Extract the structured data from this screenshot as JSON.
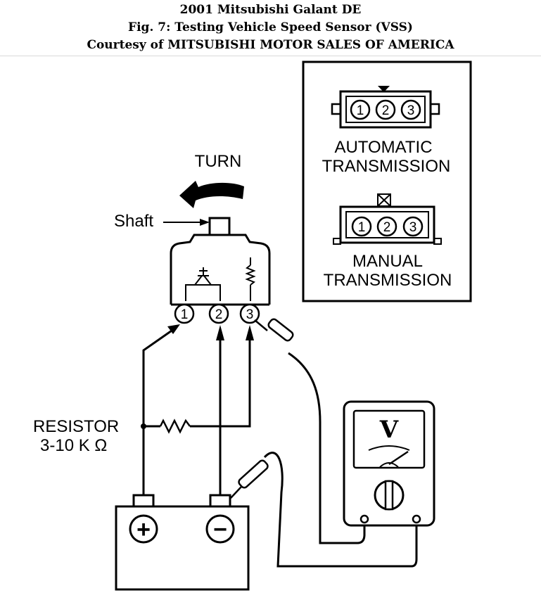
{
  "header": {
    "line1": "2001 Mitsubishi Galant DE",
    "line2": "Fig. 7: Testing Vehicle Speed Sensor (VSS)",
    "line3": "Courtesy of MITSUBISHI MOTOR SALES OF AMERICA"
  },
  "labels": {
    "turn": "TURN",
    "shaft": "Shaft",
    "resistor_line1": "RESISTOR",
    "resistor_line2": "3-10 K Ω"
  },
  "connector_inset": {
    "automatic_line1": "AUTOMATIC",
    "automatic_line2": "TRANSMISSION",
    "manual_line1": "MANUAL",
    "manual_line2": "TRANSMISSION",
    "pins": [
      "1",
      "2",
      "3"
    ]
  },
  "sensor_terminals": [
    "1",
    "2",
    "3"
  ],
  "voltmeter": {
    "face_symbol": "V"
  },
  "battery": {
    "positive": "+",
    "negative": "−"
  }
}
